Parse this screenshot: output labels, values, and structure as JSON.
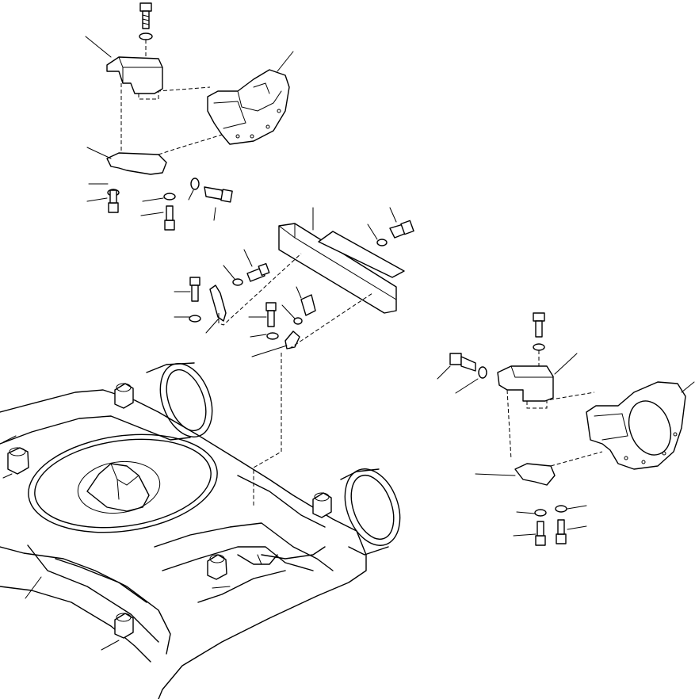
{
  "diagram": {
    "kind": "exploded-parts-view",
    "background": "#ffffff",
    "line_color": "#000000",
    "components": [
      "track-frame",
      "top-left-cover-assembly",
      "center-plate-assembly",
      "right-cover-assembly"
    ]
  }
}
